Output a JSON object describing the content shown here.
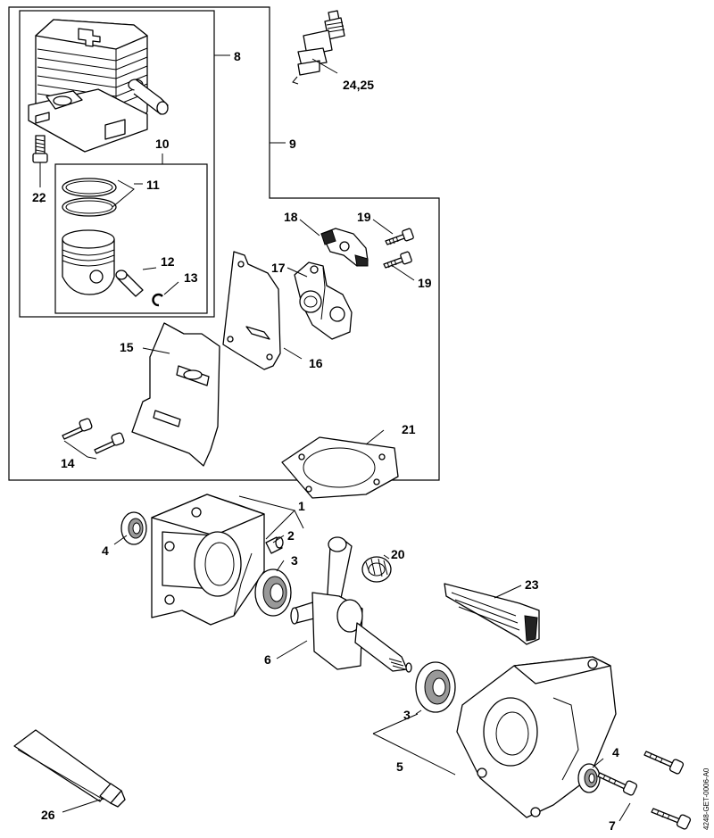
{
  "labels": {
    "l1": "1",
    "l2": "2",
    "l3a": "3",
    "l3b": "3",
    "l4a": "4",
    "l4b": "4",
    "l5": "5",
    "l6": "6",
    "l7": "7",
    "l8": "8",
    "l9": "9",
    "l10": "10",
    "l11": "11",
    "l12": "12",
    "l13": "13",
    "l14": "14",
    "l15": "15",
    "l16": "16",
    "l17": "17",
    "l18": "18",
    "l19a": "19",
    "l19b": "19",
    "l20": "20",
    "l21": "21",
    "l22": "22",
    "l23": "23",
    "l24": "24,25",
    "l26": "26"
  },
  "drawing_code": "4248-GET-0006-A0"
}
